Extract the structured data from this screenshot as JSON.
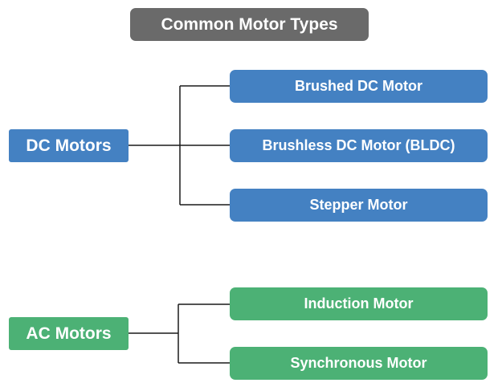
{
  "title": "Common Motor Types",
  "groups": [
    {
      "label": "DC Motors",
      "color": "#4481c2",
      "items": [
        "Brushed DC Motor",
        "Brushless DC Motor (BLDC)",
        "Stepper Motor"
      ]
    },
    {
      "label": "AC Motors",
      "color": "#4cb175",
      "items": [
        "Induction Motor",
        "Synchronous Motor"
      ]
    }
  ],
  "colors": {
    "title_bg": "#6a6a6a",
    "dc": "#4481c2",
    "ac": "#4cb175",
    "connector": "#1a1a1a"
  }
}
